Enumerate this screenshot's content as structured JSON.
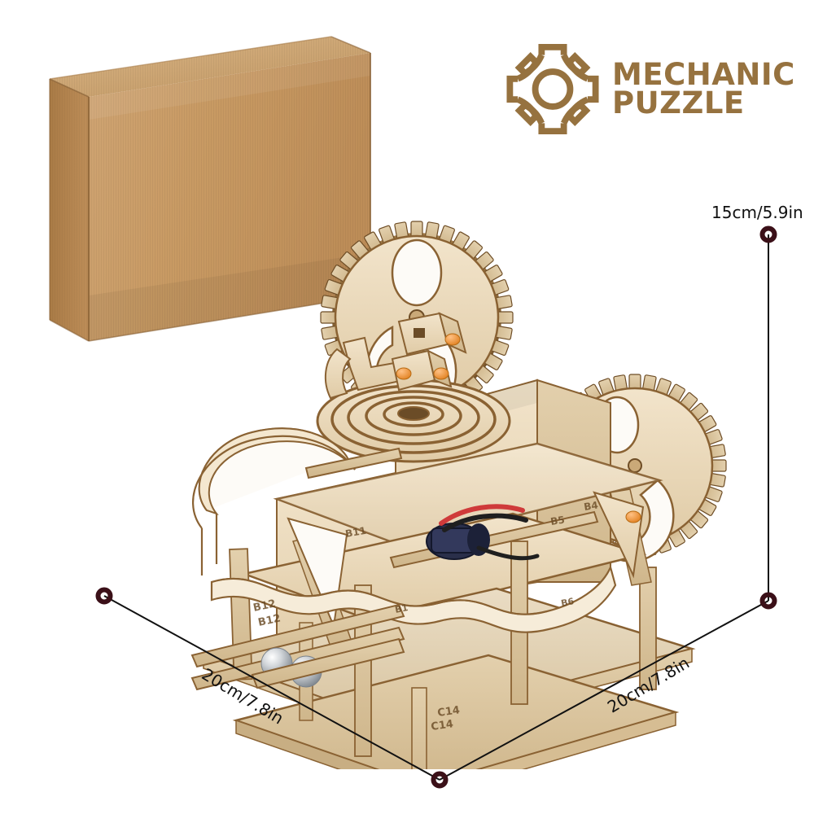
{
  "background_color": "#ffffff",
  "brand": {
    "line1": "MECHANIC",
    "line2": "PUZZLE",
    "color": "#96723f",
    "logo_icon": "gear-icon"
  },
  "package": {
    "type": "cardboard-box",
    "printed_text": "",
    "face_color": "#c89a63",
    "side_color": "#b6854d",
    "top_color": "#d3aa76"
  },
  "product": {
    "name": "wooden-mechanical-marble-run-model",
    "material_color": "#ead9bb",
    "edge_burn_color": "#8a6233",
    "pin_color": "#f0913a",
    "marble_color": "#c9cdd2",
    "wire_colors": [
      "#cf3a3a",
      "#1f1f1f"
    ],
    "motor_color": "#2a2f4a",
    "part_labels": [
      "B12",
      "B12",
      "B11",
      "B5",
      "B4",
      "C14",
      "C14",
      "B1",
      "B6"
    ]
  },
  "dimensions": {
    "height": "15cm/5.9in",
    "width": "20cm/7.8in",
    "depth": "20cm/7.8in",
    "marker_color": "#3b1018",
    "line_color": "#111111"
  }
}
